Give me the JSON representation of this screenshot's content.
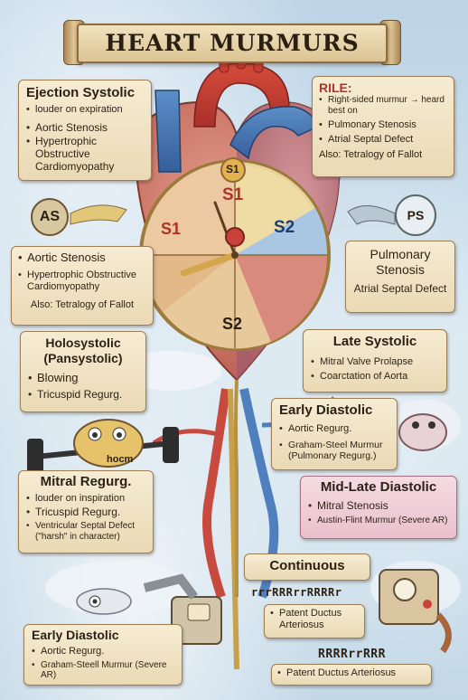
{
  "title": "HEART MURMURS",
  "ejection_systolic": {
    "heading": "Ejection Systolic",
    "items": [
      "louder on expiration",
      "Aortic Stenosis",
      "Hypertrophic Obstructive Cardiomyopathy"
    ]
  },
  "rile": {
    "heading": "RILE:",
    "items": [
      "Right-sided murmur → heard best on",
      "Pulmonary Stenosis",
      "Atrial Septal Defect"
    ],
    "also": "Also: Tetralogy of Fallot"
  },
  "as_badge": "AS",
  "ps_badge": "PS",
  "as_card": {
    "items": [
      "Aortic Stenosis",
      "Hypertrophic Obstructive Cardiomyopathy"
    ],
    "also": "Also: Tetralogy of Fallot"
  },
  "pulmonary_card": {
    "item1": "Pulmonary Stenosis",
    "item2": "Atrial Septal Defect"
  },
  "clock": {
    "top_badge": "S1",
    "s1_top": "S1",
    "s1_left": "S1",
    "s2_right": "S2",
    "s2_bottom": "S2"
  },
  "holosystolic": {
    "heading": "Holosystolic (Pansystolic)",
    "items": [
      "Blowing",
      "Tricuspid Regurg."
    ]
  },
  "late_systolic": {
    "heading": "Late Systolic",
    "items": [
      "Mitral Valve Prolapse",
      "Coarctation of Aorta"
    ]
  },
  "early_diastolic_right": {
    "heading": "Early Diastolic",
    "items": [
      "Aortic Regurg.",
      "Graham-Steel Murmur (Pulmonary Regurg.)"
    ]
  },
  "nocm_label": "hocm",
  "mitral_regurg": {
    "heading": "Mitral Regurg.",
    "items": [
      "louder on inspiration",
      "Tricuspid Regurg.",
      "Ventricular Septal Defect (\"harsh\" in character)"
    ]
  },
  "mid_late_diastolic": {
    "heading": "Mid-Late Diastolic",
    "items": [
      "Mitral Stenosis",
      "Austin-Flint Murmur (Severe AR)"
    ]
  },
  "continuous": {
    "heading": "Continuous",
    "sound": "rrrRRRrrRRRRr",
    "items": [
      "Patent Ductus Arteriosus"
    ]
  },
  "early_diastolic_left": {
    "heading": "Early Diastolic",
    "items": [
      "Aortic Regurg.",
      "Graham-Steell Murmur (Severe AR)"
    ]
  },
  "bottom_right": {
    "sound": "RRRRrrRRR",
    "items": [
      "Patent Ductus Arteriosus"
    ]
  },
  "colors": {
    "card": "#ead9b4",
    "red": "#c8423a",
    "blue": "#4b78b4",
    "gold": "#c9a04a"
  }
}
